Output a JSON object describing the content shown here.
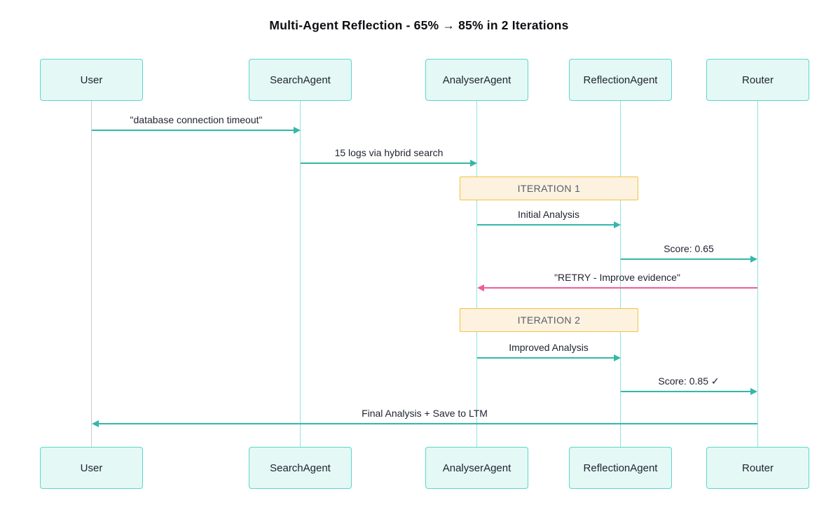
{
  "title": "Multi-Agent Reflection - 65% → 85% in 2 Iterations",
  "actors": [
    {
      "label": "User"
    },
    {
      "label": "SearchAgent"
    },
    {
      "label": "AnalyserAgent"
    },
    {
      "label": "ReflectionAgent"
    },
    {
      "label": "Router"
    }
  ],
  "notes": [
    {
      "label": "ITERATION 1"
    },
    {
      "label": "ITERATION 2"
    }
  ],
  "messages": [
    {
      "from": "User",
      "to": "SearchAgent",
      "label": "\"database connection timeout\"",
      "color": "teal",
      "direction": "right"
    },
    {
      "from": "SearchAgent",
      "to": "AnalyserAgent",
      "label": "15 logs via hybrid search",
      "color": "teal",
      "direction": "right"
    },
    {
      "from": "AnalyserAgent",
      "to": "ReflectionAgent",
      "label": "Initial Analysis",
      "color": "teal",
      "direction": "right"
    },
    {
      "from": "ReflectionAgent",
      "to": "Router",
      "label": "Score: 0.65",
      "color": "teal",
      "direction": "right"
    },
    {
      "from": "Router",
      "to": "AnalyserAgent",
      "label": "\"RETRY - Improve evidence\"",
      "color": "pink",
      "direction": "left"
    },
    {
      "from": "AnalyserAgent",
      "to": "ReflectionAgent",
      "label": "Improved Analysis",
      "color": "teal",
      "direction": "right"
    },
    {
      "from": "ReflectionAgent",
      "to": "Router",
      "label": "Score: 0.85 ✓",
      "color": "teal",
      "direction": "right"
    },
    {
      "from": "Router",
      "to": "User",
      "label": "Final Analysis + Save to LTM",
      "color": "teal",
      "direction": "left"
    }
  ],
  "colors": {
    "actor_fill": "#e4f8f5",
    "actor_border": "#5cd7cc",
    "lifeline_agent": "#8ee4dd",
    "lifeline_user": "#c9c9c9",
    "arrow_teal": "#35b7aa",
    "arrow_pink": "#ef5b9a",
    "note_fill": "#fdf2df",
    "note_border": "#f1c23f",
    "text": "#1f2330"
  }
}
